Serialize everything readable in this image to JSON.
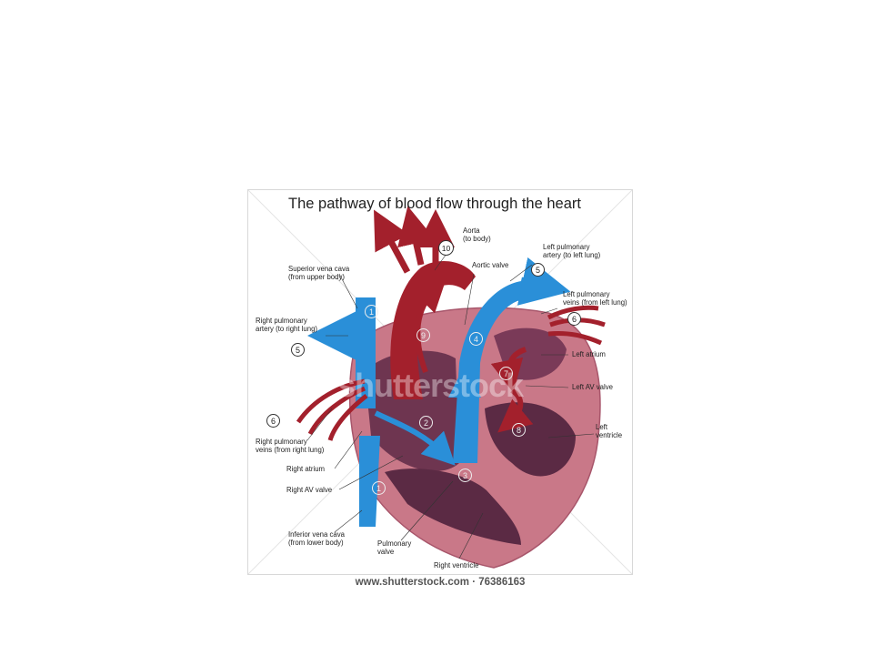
{
  "diagram": {
    "title": "The pathway of blood flow through the heart",
    "colors": {
      "oxygen_poor": "#2a8fd8",
      "oxygen_rich": "#a3202c",
      "heart_wall": "#c97888",
      "chamber": "#6e3550"
    },
    "labels": {
      "aorta": "Aorta\n(to body)",
      "aortic_valve": "Aortic valve",
      "left_pulmonary_artery": "Left pulmonary\nartery (to left lung)",
      "left_pulmonary_veins": "Left pulmonary\nveins (from left lung)",
      "left_atrium": "Left atrium",
      "left_av_valve": "Left AV valve",
      "left_ventricle": "Left\nventricle",
      "superior_vena_cava": "Superior vena cava\n(from upper body)",
      "right_pulmonary_artery": "Right pulmonary\nartery (to right lung)",
      "right_pulmonary_veins": "Right pulmonary\nveins (from right lung)",
      "right_atrium": "Right atrium",
      "right_av_valve": "Right AV valve",
      "inferior_vena_cava": "Inferior vena cava\n(from lower body)",
      "pulmonary_valve": "Pulmonary\nvalve",
      "right_ventricle": "Right ventricle"
    },
    "steps": {
      "s1": "1",
      "s2": "2",
      "s3": "3",
      "s4": "4",
      "s5": "5",
      "s6": "6",
      "s7": "7",
      "s8": "8",
      "s9": "9",
      "s10": "10"
    },
    "watermark": "shutterstock"
  },
  "footer": "www.shutterstock.com · 76386163"
}
